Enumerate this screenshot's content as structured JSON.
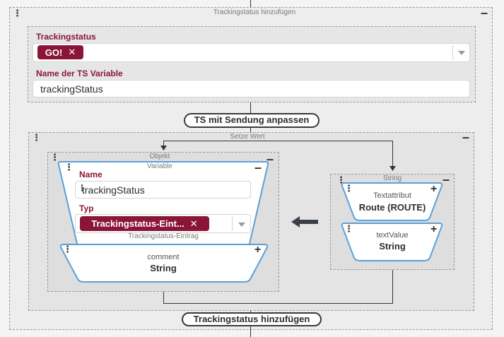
{
  "outer": {
    "caption": "Trackingstatus hinzufügen"
  },
  "ts_block": {
    "trackingstatus_label": "Trackingstatus",
    "chip_text": "GO!",
    "variable_label": "Name der TS Variable",
    "variable_value": "trackingStatus"
  },
  "connector1": "TS mit Sendung anpassen",
  "setze": {
    "caption": "Setze Wert",
    "objekt": {
      "caption": "Objekt",
      "variable_caption": "Variable",
      "name_label": "Name",
      "name_value": "trackingStatus",
      "typ_label": "Typ",
      "typ_chip": "Trackingstatus-Eint...",
      "typ_sub": "Trackingstatus-Eintrag",
      "comment_caption": "comment",
      "comment_value": "String"
    },
    "string_block": {
      "caption": "String",
      "textattribut_caption": "Textattribut",
      "textattribut_value": "Route (ROUTE)",
      "textvalue_caption": "textValue",
      "textvalue_value": "String"
    }
  },
  "connector2": "Trackingstatus hinzufügen",
  "colors": {
    "accent": "#8a1538",
    "connector": "#5aa0d8",
    "dark": "#2d2d2d"
  },
  "icons": [
    "drag-dots-icon",
    "minus-icon",
    "plus-icon",
    "close-icon",
    "chevron-down-icon",
    "arrow-left-icon",
    "arrow-down-icon"
  ]
}
